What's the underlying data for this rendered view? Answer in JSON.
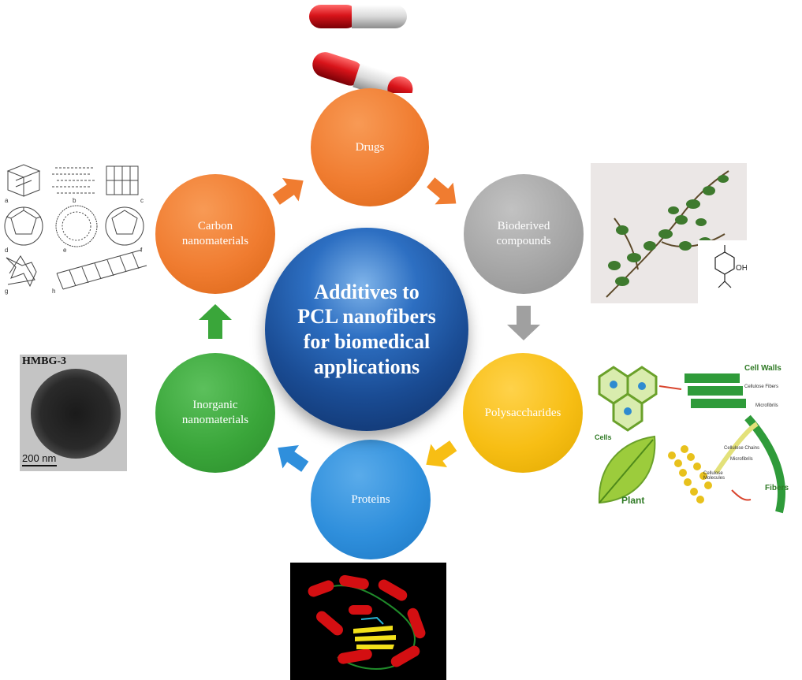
{
  "center": {
    "title": "Additives to PCL nanofibers for biomedical applications",
    "color": "#1a4c94"
  },
  "nodes": [
    {
      "id": "drugs",
      "label": "Drugs",
      "color": "#f07c30"
    },
    {
      "id": "bioderived",
      "label": "Bioderived compounds",
      "color": "#a6a6a6"
    },
    {
      "id": "polysaccharides",
      "label": "Polysaccharides",
      "color": "#f7be14"
    },
    {
      "id": "proteins",
      "label": "Proteins",
      "color": "#2f8fdc"
    },
    {
      "id": "inorganic",
      "label": "Inorganic nanomaterials",
      "color": "#3aa63a"
    },
    {
      "id": "carbon",
      "label": "Carbon nanomaterials",
      "color": "#f07c30"
    }
  ],
  "images": {
    "carbon_allotropes": {
      "letters": [
        "a",
        "b",
        "c",
        "d",
        "e",
        "f",
        "g",
        "h"
      ],
      "icon": "carbon-allotropes-illustration"
    },
    "tem": {
      "title": "HMBG-3",
      "scale": "200 nm",
      "icon": "tem-micrograph"
    },
    "thyme": {
      "chem_label": "OH",
      "icon": "thyme-plant-photo"
    },
    "cellulose": {
      "cells": "Cells",
      "cell_walls": "Cell Walls",
      "cellulose_fibers": "Cellulose Fibers",
      "microfibrils_top": "Microfibrils",
      "cellulose_chains": "Cellulose Chains",
      "microfibrils": "Microfibrils",
      "cellulose_molecules": "Cellulose Molecules",
      "fibers": "Fibers",
      "plant": "Plant",
      "icon": "cellulose-structure-illustration"
    },
    "protein": {
      "icon": "protein-structure-render"
    },
    "pills": {
      "icon": "capsule-pills-icon"
    }
  }
}
